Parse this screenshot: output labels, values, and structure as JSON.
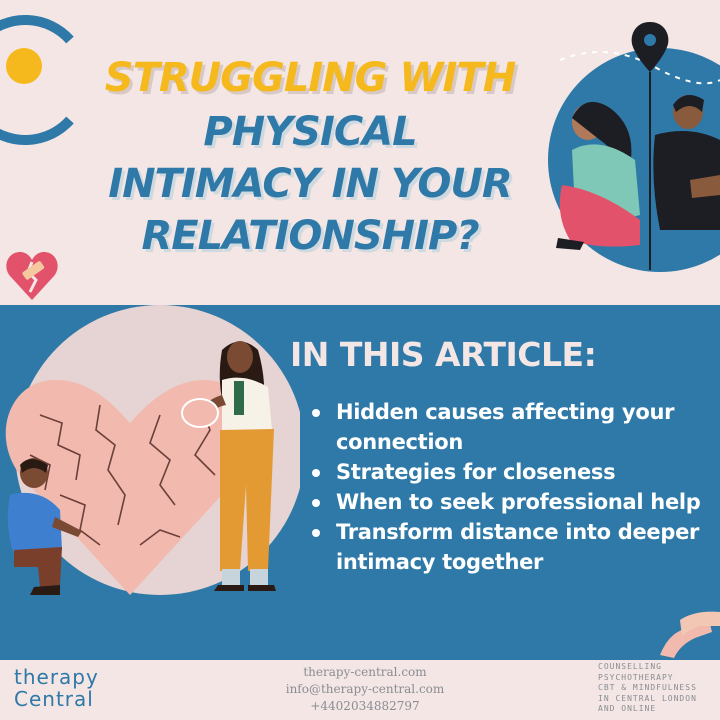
{
  "headline": {
    "line1": "STRUGGLING WITH",
    "line2": "PHYSICAL",
    "line3": "INTIMACY IN YOUR",
    "line4": "RELATIONSHIP?"
  },
  "article": {
    "title": "IN THIS ARTICLE:",
    "bullets": [
      "Hidden causes affecting your connection",
      "Strategies for closeness",
      "When to seek professional help",
      "Transform distance into deeper intimacy together"
    ]
  },
  "footer": {
    "logo_line1": "therapy",
    "logo_line2": "Central",
    "contact": [
      "therapy-central.com",
      "info@therapy-central.com",
      "+4402034882797"
    ],
    "services": [
      "COUNSELLING",
      "PSYCHOTHERAPY",
      "CBT & MINDFULNESS",
      "IN CENTRAL LONDON",
      "AND ONLINE"
    ]
  },
  "colors": {
    "background": "#f3e6e4",
    "brand_blue": "#2e79a8",
    "accent_yellow": "#f5b91e"
  },
  "icons": [
    "broken-heart-icon",
    "map-pin-icon"
  ]
}
